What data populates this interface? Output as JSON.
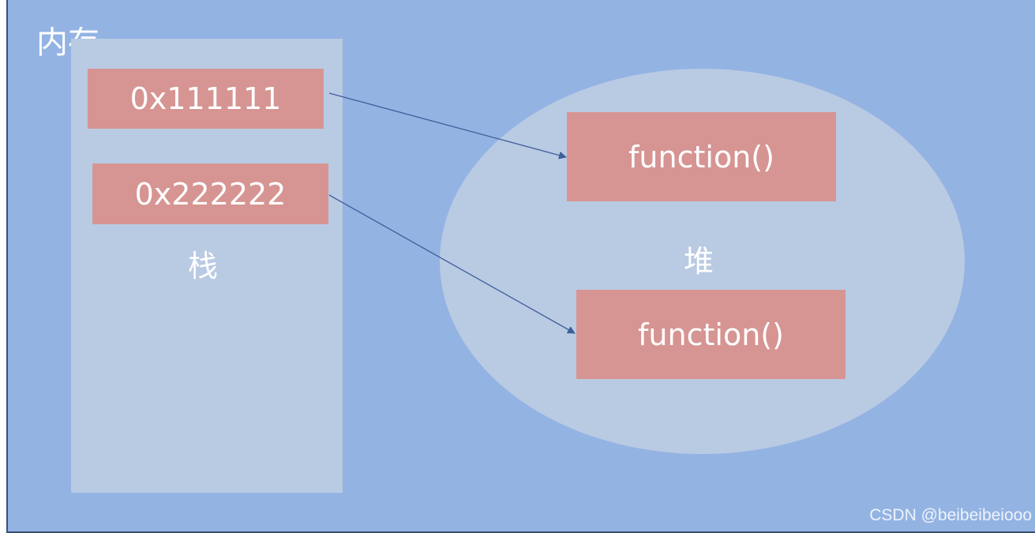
{
  "memory_label": "内存",
  "stack": {
    "label": "栈",
    "addresses": [
      "0x111111",
      "0x222222"
    ]
  },
  "heap": {
    "label": "堆",
    "objects": [
      "function()",
      "function()"
    ]
  },
  "watermark": "CSDN @beibeibeiooo",
  "colors": {
    "background": "#93b3e3",
    "region": "#b9cae3",
    "box": "#d69592",
    "arrow": "#3d5f9a"
  }
}
